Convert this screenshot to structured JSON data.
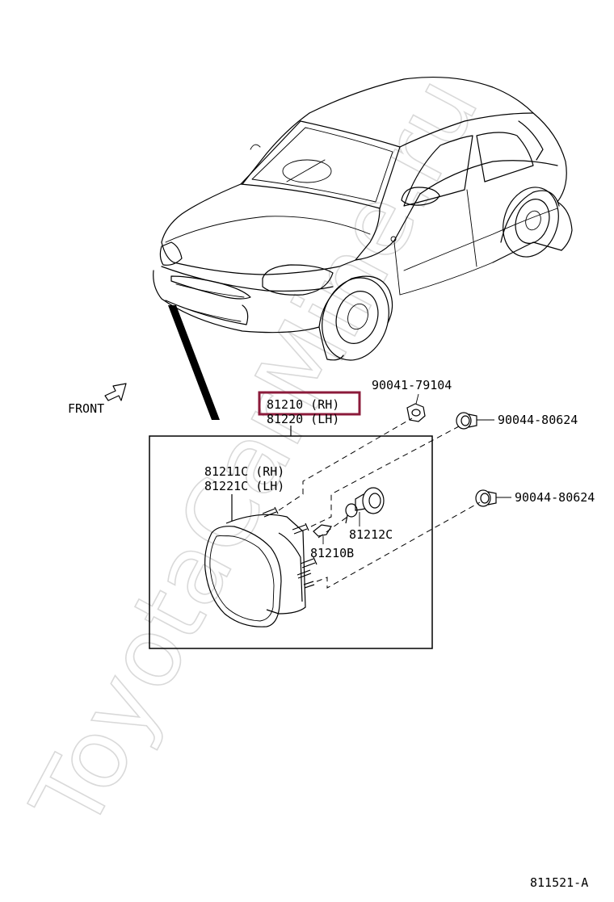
{
  "direction_label": "FRONT",
  "assembly": {
    "part_rh": "81210 (RH)",
    "part_lh": "81220 (LH)",
    "highlight_color": "#8b1a3a"
  },
  "lens_housing": {
    "rh": "81211C (RH)",
    "lh": "81221C (LH)"
  },
  "parts": {
    "nut": "90041-79104",
    "grommet_upper": "90044-80624",
    "grommet_lower": "90044-80624",
    "bulb_socket": "81212C",
    "bracket": "81210B"
  },
  "watermark": "ToyotaCarMine.ru",
  "figure_code": "811521-A"
}
